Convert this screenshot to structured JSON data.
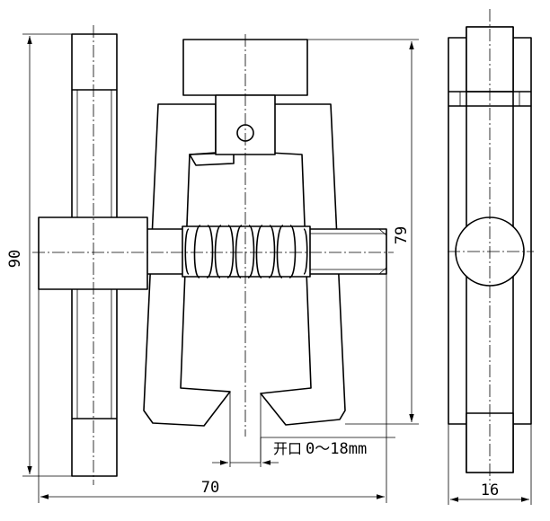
{
  "dimensions": {
    "height_overall": "90",
    "height_jaw": "79",
    "width_overall": "70",
    "depth_side": "16"
  },
  "annotation": {
    "opening_label": "开口",
    "opening_range": "0～18mm"
  }
}
